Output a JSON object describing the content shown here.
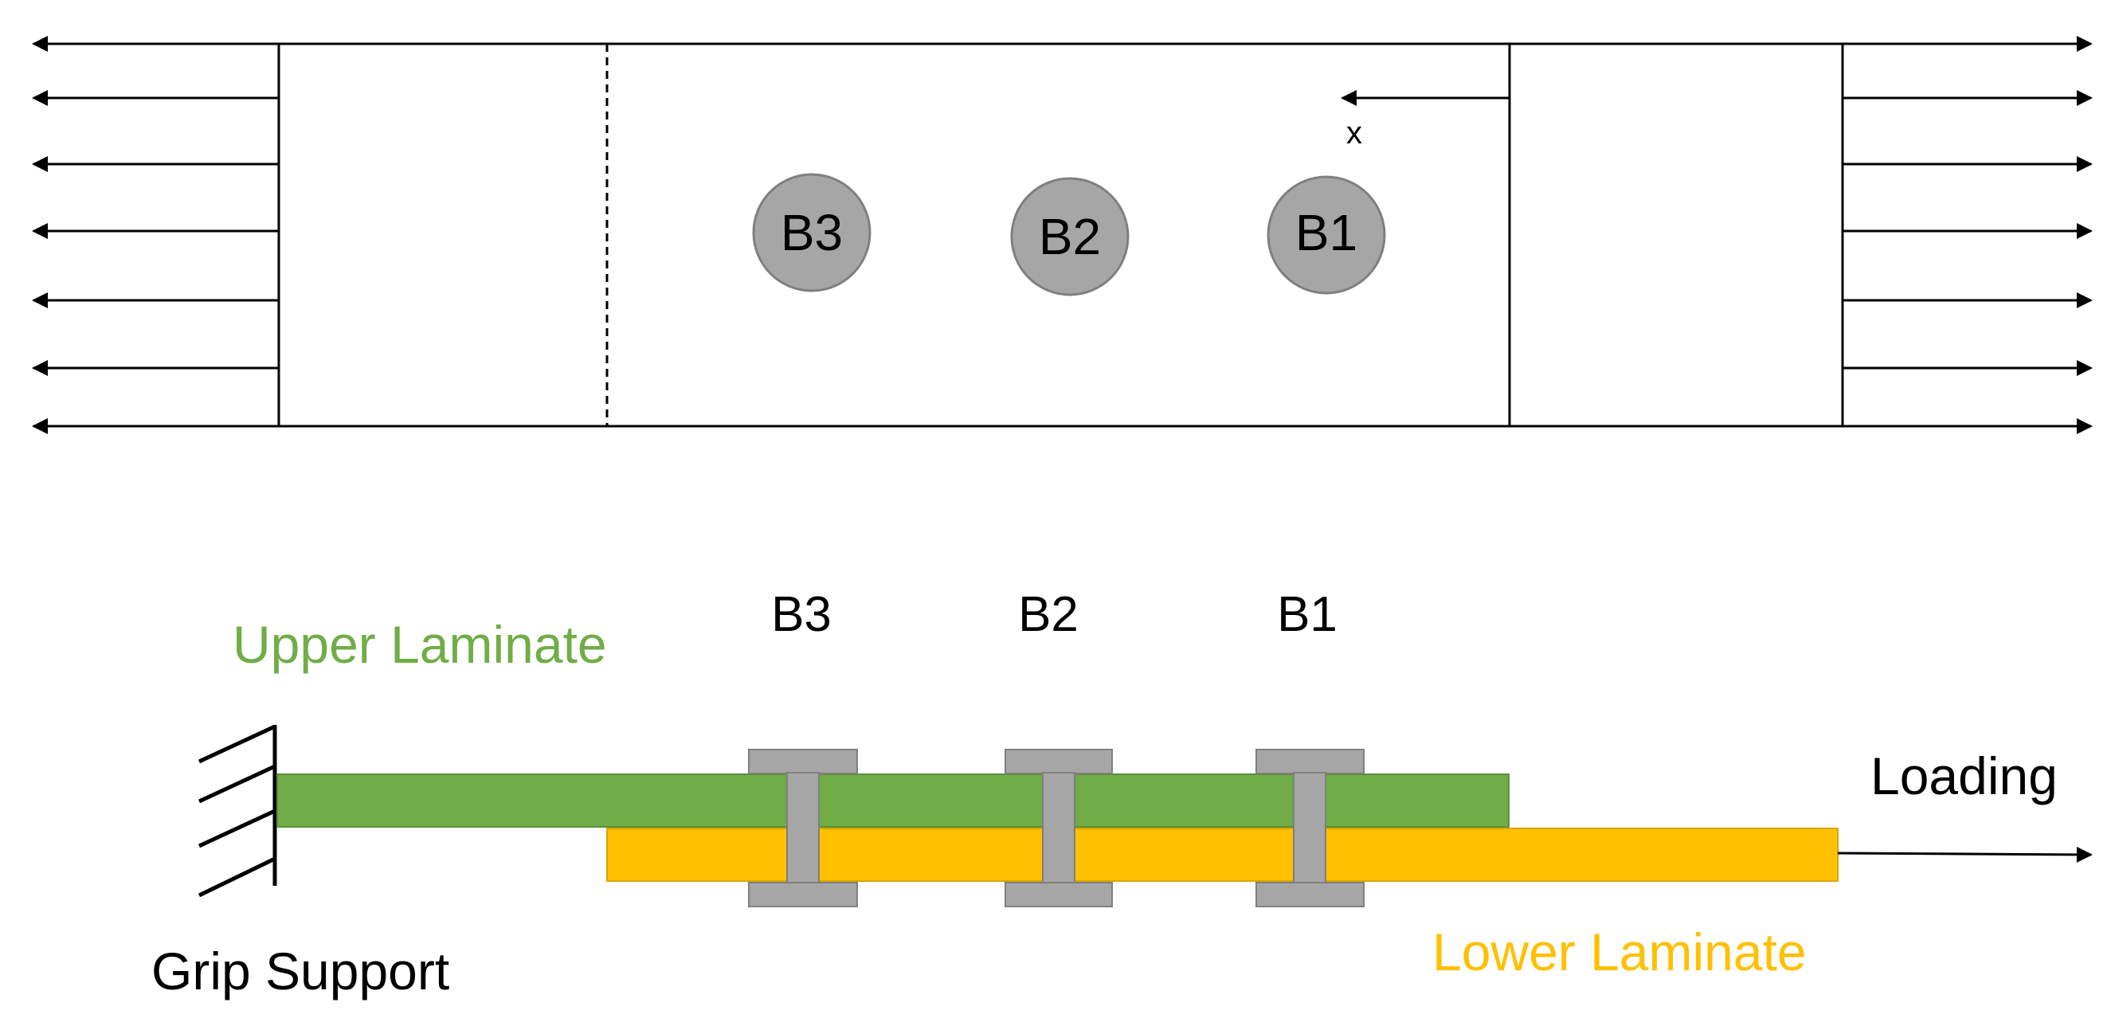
{
  "top_view": {
    "bolts": [
      {
        "id": "B1",
        "label": "B1"
      },
      {
        "id": "B2",
        "label": "B2"
      },
      {
        "id": "B3",
        "label": "B3"
      }
    ],
    "x_axis_label": "x"
  },
  "side_view": {
    "upper_laminate_label": "Upper Laminate",
    "lower_laminate_label": "Lower Laminate",
    "grip_support_label": "Grip Support",
    "loading_label": "Loading",
    "bolt_labels": [
      "B3",
      "B2",
      "B1"
    ]
  },
  "colors": {
    "upper_laminate": "#70ad47",
    "lower_laminate": "#ffc000",
    "bolt_fill": "#a6a6a6",
    "bolt_stroke": "#7f7f7f",
    "line": "#000000"
  }
}
